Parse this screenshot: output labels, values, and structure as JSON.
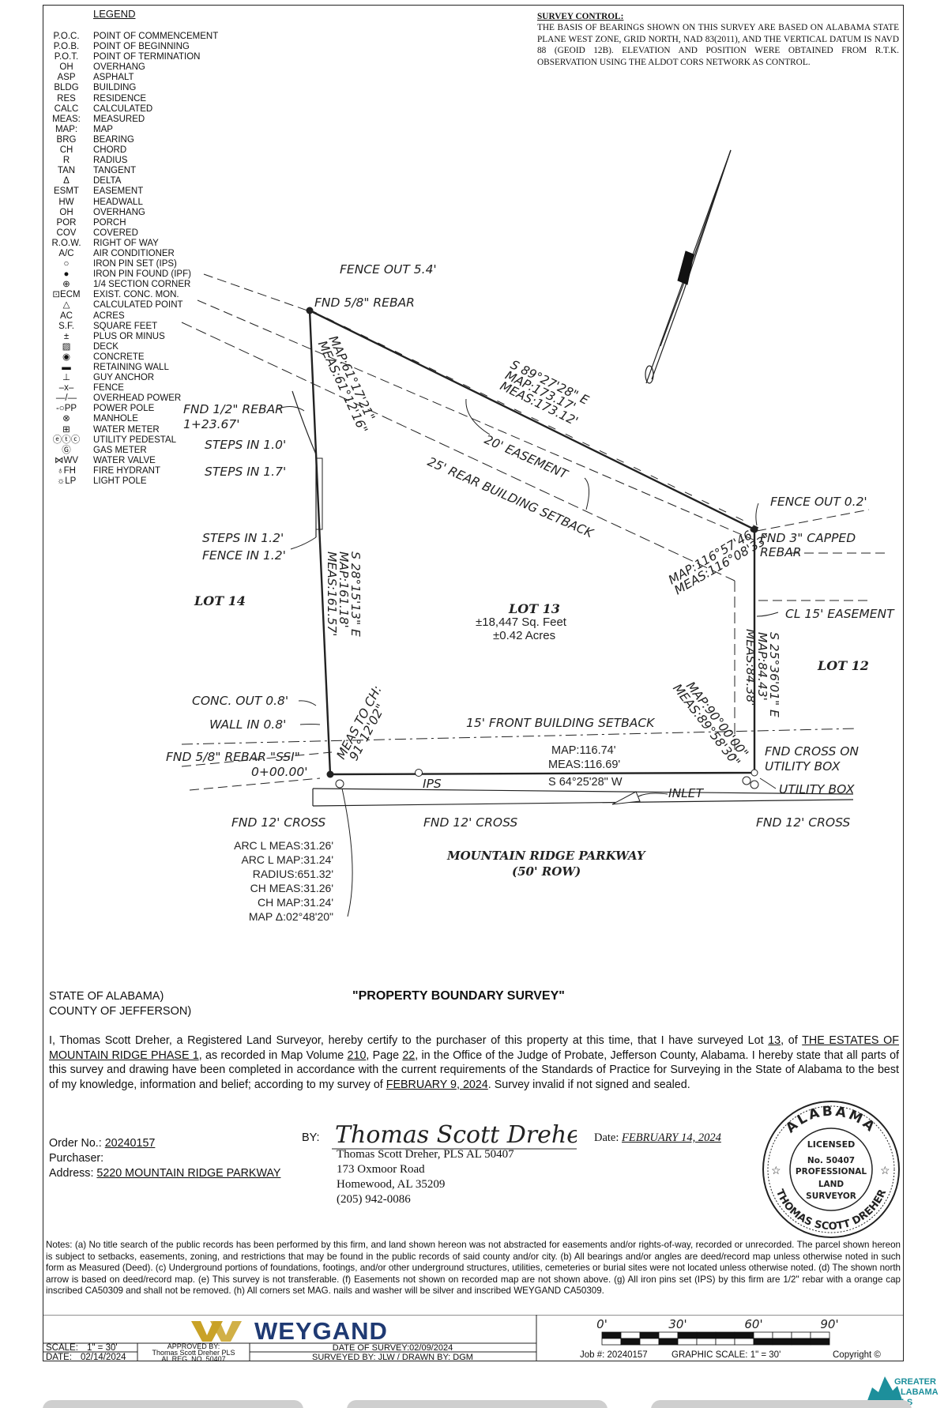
{
  "legend": {
    "title": "LEGEND",
    "items": [
      {
        "abbr": "P.O.C.",
        "def": "POINT OF COMMENCEMENT"
      },
      {
        "abbr": "P.O.B.",
        "def": "POINT OF BEGINNING"
      },
      {
        "abbr": "P.O.T.",
        "def": "POINT OF TERMINATION"
      },
      {
        "abbr": "OH",
        "def": "OVERHANG"
      },
      {
        "abbr": "ASP",
        "def": "ASPHALT"
      },
      {
        "abbr": "BLDG",
        "def": "BUILDING"
      },
      {
        "abbr": "RES",
        "def": "RESIDENCE"
      },
      {
        "abbr": "CALC",
        "def": "CALCULATED"
      },
      {
        "abbr": "MEAS:",
        "def": "MEASURED"
      },
      {
        "abbr": "MAP:",
        "def": "MAP"
      },
      {
        "abbr": "BRG",
        "def": "BEARING"
      },
      {
        "abbr": "CH",
        "def": "CHORD"
      },
      {
        "abbr": "R",
        "def": "RADIUS"
      },
      {
        "abbr": "TAN",
        "def": "TANGENT"
      },
      {
        "abbr": "Δ",
        "def": "DELTA"
      },
      {
        "abbr": "ESMT",
        "def": "EASEMENT"
      },
      {
        "abbr": "HW",
        "def": "HEADWALL"
      },
      {
        "abbr": "OH",
        "def": "OVERHANG"
      },
      {
        "abbr": "POR",
        "def": "PORCH"
      },
      {
        "abbr": "COV",
        "def": "COVERED"
      },
      {
        "abbr": "R.O.W.",
        "def": "RIGHT OF WAY"
      },
      {
        "abbr": "A/C",
        "def": "AIR CONDITIONER"
      },
      {
        "abbr": "○",
        "def": "IRON PIN SET (IPS)"
      },
      {
        "abbr": "●",
        "def": "IRON PIN FOUND (IPF)"
      },
      {
        "abbr": "⊕",
        "def": "1/4 SECTION CORNER"
      },
      {
        "abbr": "⊡ECM",
        "def": "EXIST. CONC. MON."
      },
      {
        "abbr": "△",
        "def": "CALCULATED POINT"
      },
      {
        "abbr": "AC",
        "def": "ACRES"
      },
      {
        "abbr": "S.F.",
        "def": "SQUARE FEET"
      },
      {
        "abbr": "±",
        "def": "PLUS OR MINUS"
      },
      {
        "abbr": "▨",
        "def": "DECK"
      },
      {
        "abbr": "◉",
        "def": "CONCRETE"
      },
      {
        "abbr": "▬",
        "def": "RETAINING WALL"
      },
      {
        "abbr": "⊥",
        "def": "GUY ANCHOR"
      },
      {
        "abbr": "–x–",
        "def": "FENCE"
      },
      {
        "abbr": "—/—",
        "def": "OVERHEAD POWER"
      },
      {
        "abbr": "-○PP",
        "def": "POWER POLE"
      },
      {
        "abbr": "⊗",
        "def": "MANHOLE"
      },
      {
        "abbr": "⊞",
        "def": "WATER METER"
      },
      {
        "abbr": "ⓔⓣⓒ",
        "def": "UTILITY PEDESTAL"
      },
      {
        "abbr": "Ⓖ",
        "def": "GAS METER"
      },
      {
        "abbr": "⋈WV",
        "def": "WATER VALVE"
      },
      {
        "abbr": "♁FH",
        "def": "FIRE HYDRANT"
      },
      {
        "abbr": "☼LP",
        "def": "LIGHT POLE"
      }
    ]
  },
  "survey_control": {
    "heading": "SURVEY CONTROL:",
    "text": "THE BASIS OF BEARINGS SHOWN ON THIS SURVEY ARE BASED ON ALABAMA STATE PLANE WEST ZONE, GRID NORTH, NAD 83(2011), AND THE VERTICAL DATUM IS NAVD 88 (GEOID 12B). ELEVATION AND POSITION WERE OBTAINED FROM R.T.K. OBSERVATION USING THE ALDOT CORS NETWORK AS CONTROL."
  },
  "plat": {
    "fence_out_nw": "FENCE OUT 5.4'",
    "fnd_rebar_nw": "FND 5/8\" REBAR",
    "map_west_top_1": "MAP:61°17'21\"",
    "map_west_top_2": "MEAS:61°12'16\"",
    "north_brg_1": "S 89°27'28\" E",
    "north_brg_2": "MAP:173.17'",
    "north_brg_3": "MEAS:173.12'",
    "easement_20": "20' EASEMENT",
    "rear_setback": "25' REAR BUILDING SETBACK",
    "fnd_half_rebar_1": "FND 1/2\" REBAR",
    "fnd_half_rebar_2": "1+23.67'",
    "steps_10": "STEPS IN 1.0'",
    "steps_17": "STEPS IN 1.7'",
    "steps_12": "STEPS IN 1.2'",
    "fence_in_12": "FENCE IN 1.2'",
    "fence_out_ne": "FENCE OUT 0.2'",
    "fnd_capped_1": "FND 3\" CAPPED",
    "fnd_capped_2": "REBAR",
    "ne_angle_1": "MAP:116°57'46\"",
    "ne_angle_2": "MEAS:116°08'33\"",
    "cl_easement": "CL 15' EASEMENT",
    "west_brg_1": "S 28°15'13\" E",
    "west_brg_2": "MAP:161.18'",
    "west_brg_3": "MEAS:161.57'",
    "lot14": "LOT 14",
    "lot13": "LOT 13",
    "area_sf": "±18,447 Sq. Feet",
    "area_ac": "±0.42 Acres",
    "lot12": "LOT 12",
    "east_brg_1": "S 25°36'01\" E",
    "east_brg_2": "MAP:84.43'",
    "east_brg_3": "MEAS:84.38'",
    "conc_out": "CONC. OUT 0.8'",
    "wall_in": "WALL IN 0.8'",
    "fnd_rebar_ssi_1": "FND 5/8\" REBAR \"SSI\"",
    "fnd_rebar_ssi_2": "0+00.00'",
    "meas_to_ch_1": "MEAS TO CH:",
    "meas_to_ch_2": "91°12'02\"",
    "front_setback": "15' FRONT BUILDING SETBACK",
    "se_angle_1": "MAP:90°00'00\"",
    "se_angle_2": "MEAS:89°58'30\"",
    "south_map": "MAP:116.74'",
    "south_meas": "MEAS:116.69'",
    "south_brg": "S 64°25'28\" W",
    "ips": "IPS",
    "inlet": "INLET",
    "fnd_cross_utility_1": "FND CROSS ON",
    "fnd_cross_utility_2": "UTILITY BOX",
    "utility_box": "UTILITY BOX",
    "fnd_cross": "FND 12' CROSS",
    "street_1": "MOUNTAIN RIDGE PARKWAY",
    "street_2": "(50' ROW)",
    "curve": [
      "ARC L MEAS:31.26'",
      "ARC L MAP:31.24'",
      "RADIUS:651.32'",
      "CH MEAS:31.26'",
      "CH MAP:31.24'",
      "MAP Δ:02°48'20\""
    ]
  },
  "cert": {
    "state": "STATE OF ALABAMA)",
    "county": "COUNTY OF JEFFERSON)",
    "title": "\"PROPERTY BOUNDARY SURVEY\"",
    "p1": "I,  Thomas Scott Dreher, a Registered Land Surveyor, hereby certify to the purchaser of this property at this time, that I have surveyed Lot ",
    "lot": "13",
    "p2": ", of ",
    "subdivision": "THE ESTATES OF MOUNTAIN RIDGE PHASE 1",
    "p3": ", as recorded in Map Volume ",
    "volume": "210",
    "p4": ", Page ",
    "page": "22",
    "p5": ", in the Office of the Judge of Probate, Jefferson County, Alabama. I hereby state that all parts of this survey and drawing have been completed in accordance with the current requirements of the Standards of Practice for Surveying in the State of Alabama to the best of my knowledge, information and belief; according to my survey of ",
    "survey_date": "FEBRUARY 9, 2024",
    "p6": ". Survey invalid if not signed and sealed.",
    "order_label": "Order No.:",
    "order_no": "20240157",
    "purchaser_label": "Purchaser:",
    "address_label": "Address:",
    "address": "5220 MOUNTAIN RIDGE PARKWAY",
    "by": "BY:",
    "signature": "Thomas Scott Dreher",
    "name": "Thomas Scott Dreher, PLS AL 50407",
    "street": "173 Oxmoor Road",
    "city": "Homewood, AL 35209",
    "phone": "(205) 942-0086",
    "date_label": "Date:",
    "date": "FEBRUARY 14, 2024"
  },
  "seal": {
    "top": "ALABAMA",
    "licensed": "LICENSED",
    "no": "No. 50407",
    "professional": "PROFESSIONAL",
    "land": "LAND",
    "surveyor": "SURVEYOR",
    "bottom": "THOMAS SCOTT DREHER"
  },
  "notes": "Notes: (a) No title search of the public records has been performed by this firm, and land shown hereon was not abstracted for easements and/or rights-of-way, recorded or unrecorded. The parcel shown hereon is subject to setbacks, easements, zoning, and restrictions that may be found in the public records of said county and/or city. (b) All bearings and/or angles are deed/record map unless otherwise noted in such form as Measured (Deed). (c) Underground portions of foundations, footings, and/or other underground structures, utilities, cemeteries or burial sites were not located unless otherwise noted. (d) The shown north arrow is based on deed/record map. (e) This survey is not transferable. (f) Easements not shown on recorded map are not shown above. (g) All iron pins set (IPS) by this firm are 1/2\" rebar with a orange cap inscribed CA50309 and shall not be removed. (h) All corners set MAG. nails and washer will be silver and inscribed  WEYGAND CA50309.",
  "title_block": {
    "firm": "WEYGAND",
    "scale_label": "SCALE:",
    "scale": "1\" = 30'",
    "date_label": "DATE:",
    "date": "02/14/2024",
    "approved_by": "APPROVED BY:",
    "approver": "Thomas Scott Dreher PLS",
    "reg": "AL REG. NO. 50407",
    "date_of_survey": "DATE OF SURVEY:02/09/2024",
    "surveyed_by": "SURVEYED BY: JLW / DRAWN BY: DGM",
    "scale_ticks": [
      "0'",
      "30'",
      "60'",
      "90'"
    ],
    "job": "Job #: 20240157",
    "graphic_scale": "GRAPHIC SCALE: 1\" = 30'",
    "copyright": "Copyright ©"
  },
  "badge": {
    "line1": "GREATER",
    "line2": "ALABAMA",
    "line3": "MLS"
  },
  "colors": {
    "ink": "#222222",
    "logo_gold": "#c9a227",
    "logo_blue": "#1f3a73",
    "badge_teal": "#1d8f9b"
  }
}
